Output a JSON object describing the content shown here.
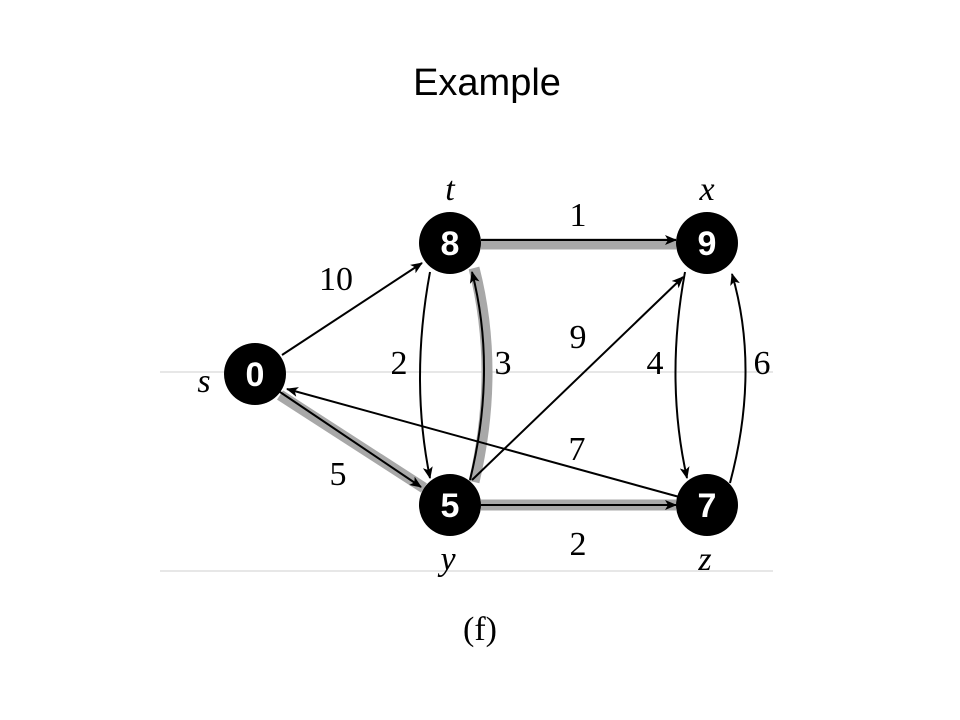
{
  "title": "Example",
  "caption": "(f)",
  "colors": {
    "node": "#000000",
    "node_text": "#ffffff",
    "edge": "#000000",
    "highlight": "#a8a8a8",
    "rule": "#cfcfcf"
  },
  "nodes": [
    {
      "id": "s",
      "name": "s",
      "value": "0"
    },
    {
      "id": "t",
      "name": "t",
      "value": "8"
    },
    {
      "id": "x",
      "name": "x",
      "value": "9"
    },
    {
      "id": "y",
      "name": "y",
      "value": "5"
    },
    {
      "id": "z",
      "name": "z",
      "value": "7"
    }
  ],
  "edges": [
    {
      "from": "s",
      "to": "t",
      "weight": "10",
      "highlighted": false
    },
    {
      "from": "s",
      "to": "y",
      "weight": "5",
      "highlighted": true
    },
    {
      "from": "t",
      "to": "x",
      "weight": "1",
      "highlighted": true
    },
    {
      "from": "t",
      "to": "y",
      "weight": "2",
      "highlighted": false
    },
    {
      "from": "y",
      "to": "t",
      "weight": "3",
      "highlighted": true
    },
    {
      "from": "y",
      "to": "x",
      "weight": "9",
      "highlighted": false
    },
    {
      "from": "y",
      "to": "z",
      "weight": "2",
      "highlighted": true
    },
    {
      "from": "x",
      "to": "z",
      "weight": "4",
      "highlighted": false
    },
    {
      "from": "z",
      "to": "x",
      "weight": "6",
      "highlighted": false
    },
    {
      "from": "z",
      "to": "s",
      "weight": "7",
      "highlighted": false
    }
  ]
}
